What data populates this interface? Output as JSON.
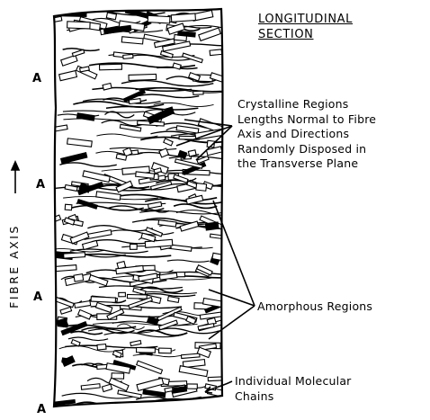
{
  "title_line1": "LONGITUDINAL",
  "title_line2": "SECTION",
  "axis_label": "FIBRE AXIS",
  "region_marker": "A",
  "labels": {
    "crystalline": [
      "Crystalline Regions",
      "Lengths Normal to Fibre",
      "Axis and Directions",
      "Randomly Disposed in",
      "the Transverse Plane"
    ],
    "amorphous": "Amorphous Regions",
    "chains": [
      "Individual Molecular",
      "Chains"
    ]
  }
}
